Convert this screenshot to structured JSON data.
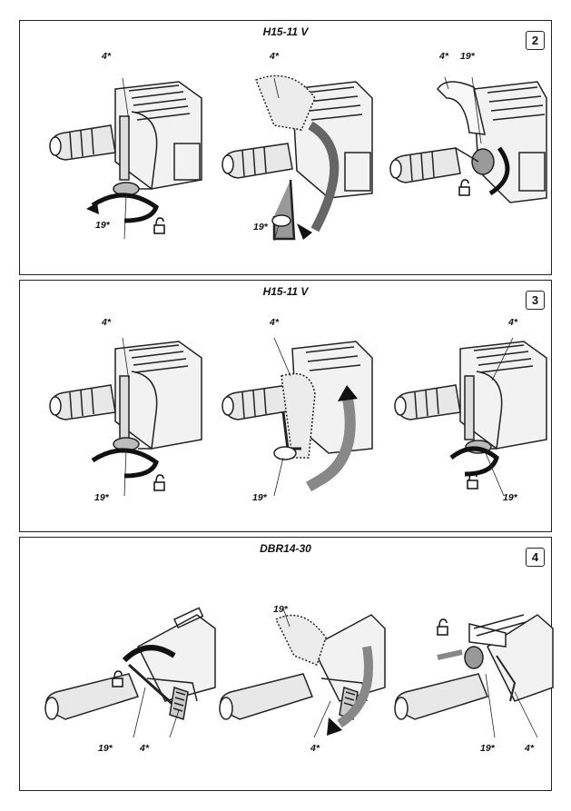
{
  "panels": [
    {
      "model": "H15-11 V",
      "number": "2",
      "figures": [
        {
          "labels": [
            "4*",
            "19*"
          ]
        },
        {
          "labels": [
            "4*",
            "19*"
          ]
        },
        {
          "labels": [
            "4*",
            "19*"
          ]
        }
      ]
    },
    {
      "model": "H15-11 V",
      "number": "3",
      "figures": [
        {
          "labels": [
            "4*",
            "19*"
          ]
        },
        {
          "labels": [
            "4*",
            "19*"
          ]
        },
        {
          "labels": [
            "4*",
            "19*"
          ]
        }
      ]
    },
    {
      "model": "DBR14-30",
      "number": "4",
      "figures": [
        {
          "labels": [
            "19*",
            "4*"
          ]
        },
        {
          "labels": [
            "19*",
            "4*"
          ]
        },
        {
          "labels": [
            "19*",
            "4*"
          ]
        }
      ]
    }
  ],
  "icons": [
    "padlock-icon",
    "rotation-arrow-icon",
    "hammer-drill-illustration"
  ]
}
